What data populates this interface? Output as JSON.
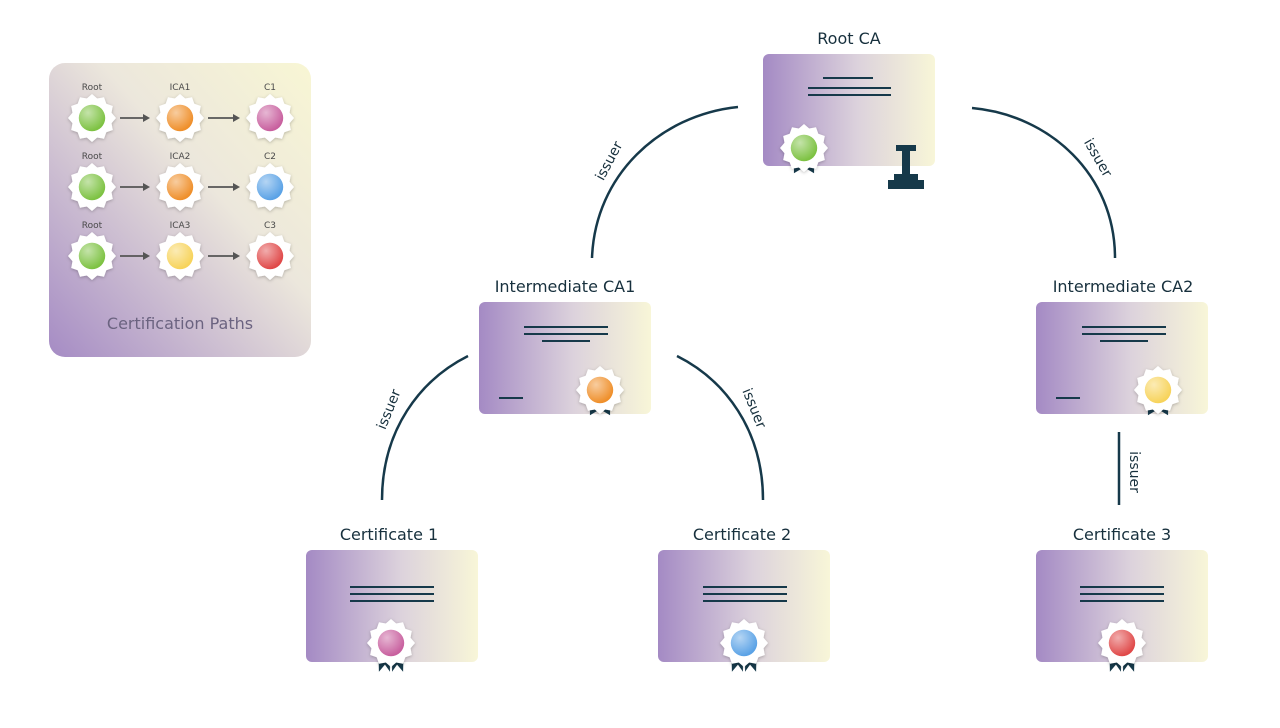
{
  "colors": {
    "ink": "#16394a",
    "purple": "#a58bc4",
    "cream": "#f8f6d8",
    "green": "#7dc242",
    "orange": "#ef8f2a",
    "yellow": "#f7d35a",
    "pink": "#c85f9e",
    "blue": "#5aa2e6",
    "red": "#e04848"
  },
  "nodes": {
    "root": {
      "title": "Root CA"
    },
    "ica1": {
      "title": "Intermediate CA1"
    },
    "ica2": {
      "title": "Intermediate CA2"
    },
    "cert1": {
      "title": "Certificate 1"
    },
    "cert2": {
      "title": "Certificate 2"
    },
    "cert3": {
      "title": "Certificate 3"
    }
  },
  "edges": {
    "root_ica1": "issuer",
    "root_ica2": "issuer",
    "ica1_cert1": "issuer",
    "ica1_cert2": "issuer",
    "ica2_cert3": "issuer"
  },
  "legend": {
    "caption": "Certification Paths",
    "rows": [
      {
        "labels": [
          "Root",
          "ICA1",
          "C1"
        ]
      },
      {
        "labels": [
          "Root",
          "ICA2",
          "C2"
        ]
      },
      {
        "labels": [
          "Root",
          "ICA3",
          "C3"
        ]
      }
    ]
  }
}
